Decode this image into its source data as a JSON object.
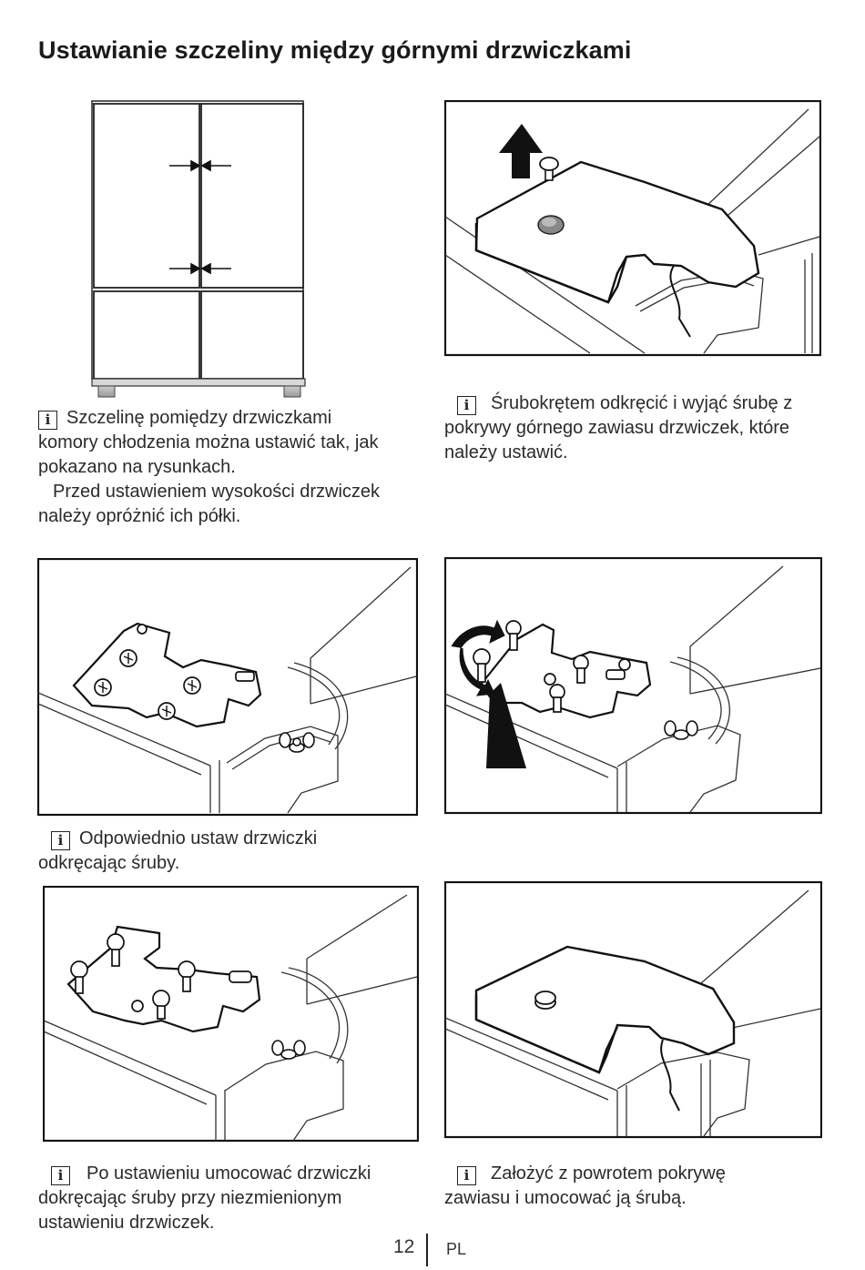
{
  "title": "Ustawianie szczeliny między górnymi drzwiczkami",
  "steps": [
    {
      "lines": [
        "Szczelinę pomiędzy drzwiczkami",
        "komory chłodzenia można ustawić tak, jak",
        "pokazano na rysunkach."
      ],
      "extra": [
        "Przed ustawieniem wysokości drzwiczek",
        "należy opróżnić ich półki."
      ]
    },
    {
      "lines": [
        "Śrubokrętem odkręcić i wyjąć śrubę z",
        "pokrywy górnego zawiasu drzwiczek, które",
        "należy ustawić."
      ]
    },
    {
      "lines": [
        "Odpowiednio ustaw drzwiczki",
        "odkręcając śruby."
      ]
    },
    {
      "lines": [
        "Po ustawieniu umocować drzwiczki",
        "dokręcając śruby przy niezmienionym",
        "ustawieniu drzwiczek."
      ]
    },
    {
      "lines": [
        "Założyć z powrotem pokrywę",
        "zawiasu i umocować ją śrubą."
      ]
    }
  ],
  "info_icon": {
    "glyph": "i",
    "name": "info-icon"
  },
  "footer": {
    "page": "12",
    "lang": "PL"
  }
}
